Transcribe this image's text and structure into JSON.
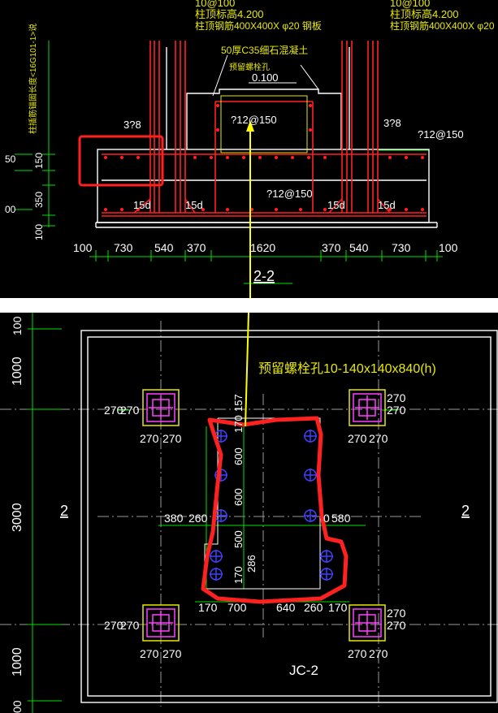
{
  "section": {
    "top_left_line1": "10@100",
    "top_left_line2": "柱顶标高4.200",
    "top_left_line3": "柱顶钢筋400X400X φ20 钢板",
    "top_right_line1": "10@100",
    "top_right_line2": "柱顶标高4.200",
    "top_right_line3": "柱顶钢筋400X400X φ20",
    "concrete_label": "50厚C35细石混凝土",
    "embed_label": "预留螺栓孔",
    "level_label": "0.100",
    "left_vertical_label": "柱插筋锚固长度<16G101-1>说",
    "left_rebar": "3?8",
    "right_rebar": "3?8",
    "top_bar_center": "?12@150",
    "top_bar_right": "?12@150",
    "bottom_bar": "?12@150",
    "anchor_labels": [
      "15d",
      "15d",
      "15d",
      "15d"
    ],
    "vert_dims": [
      "50",
      "150",
      "00",
      "350",
      "100"
    ],
    "bottom_dims": [
      "100",
      "730",
      "540",
      "370",
      "1620",
      "370",
      "540",
      "730",
      "100"
    ],
    "section_mark": "2-2"
  },
  "plan": {
    "top_label": "预留螺栓孔10-140x140x840(h)",
    "vert_dims": [
      "100",
      "1000",
      "3000",
      "1000",
      "00"
    ],
    "left_section_mark": "2",
    "right_section_mark": "2",
    "col_dims_a": [
      "270",
      "270"
    ],
    "col_dims_b": [
      "270",
      "270"
    ],
    "col_dims_c": [
      "270",
      "270"
    ],
    "col_dims_d": [
      "270",
      "270"
    ],
    "col_dims_e": [
      "270",
      "270"
    ],
    "col_dims_f": [
      "270",
      "270"
    ],
    "col_dims_g": [
      "270",
      "270"
    ],
    "col_dims_h": [
      "270",
      "270"
    ],
    "pit_vert_dims": [
      "157",
      "170",
      "600",
      "600",
      "500",
      "170",
      "286"
    ],
    "pit_left_dims": [
      "380",
      "260"
    ],
    "pit_right_dims": [
      "0",
      "580"
    ],
    "pit_bottom_dims": [
      "170",
      "700",
      "640",
      "260",
      "170"
    ],
    "footing_name": "JC-2"
  },
  "colors": {
    "background": "#000000",
    "rebar": "#ff2020",
    "dimension": "#00e000",
    "text": "#e8e800",
    "column": "#ff40ff",
    "markup": "#ff2020",
    "arrow": "#ffff00"
  }
}
